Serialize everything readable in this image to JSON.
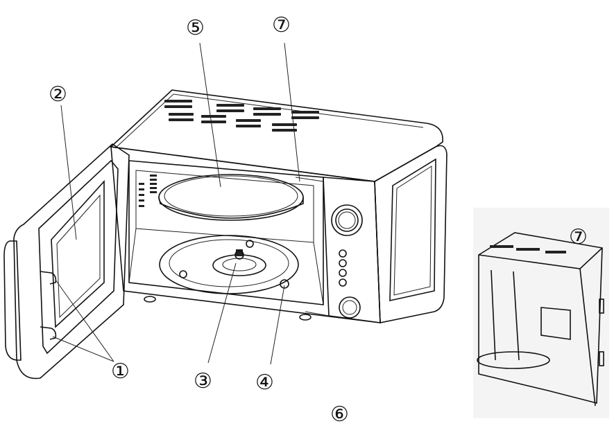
{
  "callouts": [
    {
      "id": "1",
      "text": "①"
    },
    {
      "id": "2",
      "text": "②"
    },
    {
      "id": "3",
      "text": "③"
    },
    {
      "id": "4",
      "text": "④"
    },
    {
      "id": "5",
      "text": "⑤"
    },
    {
      "id": "6",
      "text": "⑥"
    },
    {
      "id": "7",
      "text": "⑦"
    }
  ],
  "inset": {
    "callout": "⑦"
  }
}
